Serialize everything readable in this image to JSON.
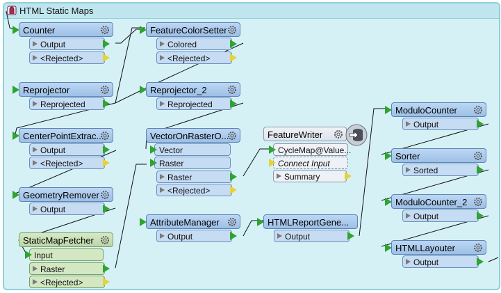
{
  "bookmark": {
    "title": "HTML Static Maps",
    "icon": "bookmark-icon"
  },
  "nodes": {
    "counter": {
      "title": "Counter",
      "ports": [
        "Output",
        "<Rejected>"
      ]
    },
    "reprojector": {
      "title": "Reprojector",
      "ports": [
        "Reprojected"
      ]
    },
    "centerpoint": {
      "title": "CenterPointExtrac...",
      "ports": [
        "Output",
        "<Rejected>"
      ]
    },
    "geomremover": {
      "title": "GeometryRemover",
      "ports": [
        "Output"
      ]
    },
    "staticmap": {
      "title": "StaticMapFetcher",
      "input": "Input",
      "ports": [
        "Raster",
        "<Rejected>"
      ]
    },
    "colorsetter": {
      "title": "FeatureColorSetter",
      "ports": [
        "Colored",
        "<Rejected>"
      ]
    },
    "reprojector2": {
      "title": "Reprojector_2",
      "ports": [
        "Reprojected"
      ]
    },
    "vectoronraster": {
      "title": "VectorOnRasterO...",
      "inputs": [
        "Vector",
        "Raster"
      ],
      "ports": [
        "Raster",
        "<Rejected>"
      ]
    },
    "attrmanager": {
      "title": "AttributeManager",
      "ports": [
        "Output"
      ]
    },
    "featurewriter": {
      "title": "FeatureWriter",
      "inputs": [
        "CycleMap@Value...",
        "Connect Input"
      ],
      "ports": [
        "Summary"
      ]
    },
    "htmlreport": {
      "title": "HTMLReportGene...",
      "ports": [
        "Output"
      ]
    },
    "modulo": {
      "title": "ModuloCounter",
      "ports": [
        "Output"
      ]
    },
    "sorter": {
      "title": "Sorter",
      "ports": [
        "Sorted"
      ]
    },
    "modulo2": {
      "title": "ModuloCounter_2",
      "ports": [
        "Output"
      ]
    },
    "htmllayouter": {
      "title": "HTMLLayouter",
      "ports": [
        "Output"
      ]
    }
  }
}
